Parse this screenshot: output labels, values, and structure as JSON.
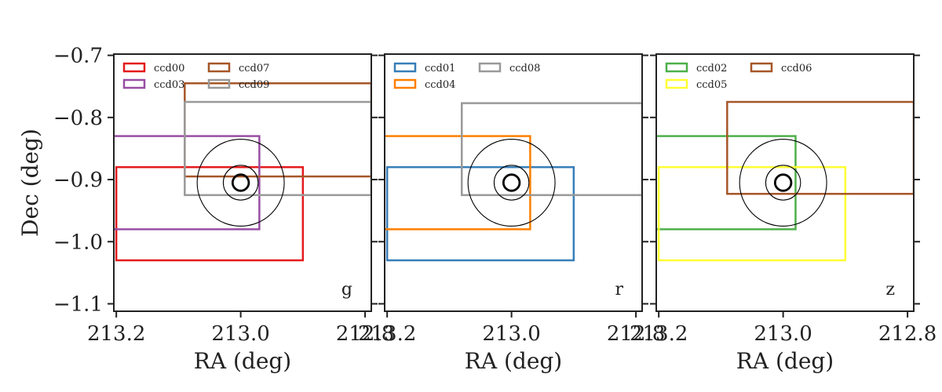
{
  "chart_data": {
    "type": "scatter",
    "description_free": true,
    "ylabel": "Dec (deg)",
    "yticks": [
      -0.7,
      -0.8,
      -0.9,
      -1.0,
      -1.1
    ],
    "ytick_labels": [
      "−0.7",
      "−0.8",
      "−0.9",
      "−1.0",
      "−1.1"
    ],
    "ylim": [
      -1.112,
      -0.698
    ],
    "target": {
      "ra": 213.0,
      "dec": -0.905,
      "circle_radii_deg": [
        0.013,
        0.028,
        0.07
      ]
    },
    "panels": [
      {
        "band": "g",
        "xlabel": "RA (deg)",
        "xlim": [
          213.204,
          212.79
        ],
        "xticks": [
          213.2,
          213.0,
          212.8
        ],
        "xtick_labels": [
          "213.2",
          "213.0",
          "212.8"
        ],
        "ccds": [
          {
            "name": "ccd00",
            "color": "#e41a1c",
            "ra": [
              213.2,
              212.9
            ],
            "dec": [
              -1.03,
              -0.88
            ]
          },
          {
            "name": "ccd03",
            "color": "#984ea3",
            "ra": [
              213.21,
              212.97
            ],
            "dec": [
              -0.98,
              -0.83
            ]
          },
          {
            "name": "ccd07",
            "color": "#a65628",
            "ra": [
              213.09,
              212.79
            ],
            "dec": [
              -0.895,
              -0.745
            ]
          },
          {
            "name": "ccd09",
            "color": "#999999",
            "ra": [
              213.09,
              212.79
            ],
            "dec": [
              -0.925,
              -0.775
            ]
          }
        ]
      },
      {
        "band": "r",
        "xlabel": "RA (deg)",
        "xlim": [
          213.204,
          212.79
        ],
        "xticks": [
          213.2,
          213.0,
          212.8
        ],
        "xtick_labels": [
          "213.2",
          "213.0",
          "212.8"
        ],
        "ccds": [
          {
            "name": "ccd01",
            "color": "#377eb8",
            "ra": [
              213.2,
              212.9
            ],
            "dec": [
              -1.03,
              -0.88
            ]
          },
          {
            "name": "ccd04",
            "color": "#ff7f00",
            "ra": [
              213.21,
              212.97
            ],
            "dec": [
              -0.98,
              -0.83
            ]
          },
          {
            "name": "ccd08",
            "color": "#999999",
            "ra": [
              213.08,
              212.79
            ],
            "dec": [
              -0.925,
              -0.777
            ]
          }
        ]
      },
      {
        "band": "z",
        "xlabel": "RA (deg)",
        "xlim": [
          213.204,
          212.79
        ],
        "xticks": [
          213.2,
          213.0,
          212.8
        ],
        "xtick_labels": [
          "213.2",
          "213.0",
          "212.8"
        ],
        "ccds": [
          {
            "name": "ccd02",
            "color": "#4daf4a",
            "ra": [
              213.21,
              212.98
            ],
            "dec": [
              -0.98,
              -0.83
            ]
          },
          {
            "name": "ccd05",
            "color": "#ffff33",
            "ra": [
              213.2,
              212.9
            ],
            "dec": [
              -1.03,
              -0.88
            ]
          },
          {
            "name": "ccd06",
            "color": "#a65628",
            "ra": [
              213.09,
              212.79
            ],
            "dec": [
              -0.923,
              -0.775
            ]
          }
        ]
      }
    ]
  }
}
